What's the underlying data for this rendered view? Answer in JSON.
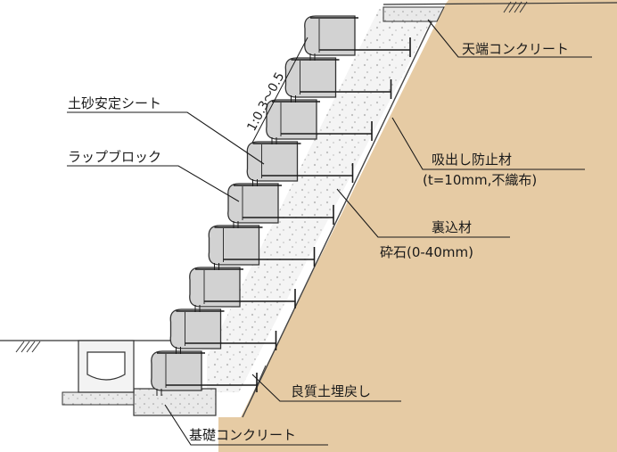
{
  "labels": {
    "top_concrete": "天端コンクリート",
    "sandbag_sheet": "土砂安定シート",
    "slope_ratio": "1:0.3〜0.5",
    "suction_prevention": "吸出し防止材",
    "suction_prevention_spec": "(t=10mm,不織布)",
    "wrap_block": "ラップブロック",
    "backfill_material": "裏込材",
    "crushed_stone": "砕石(0-40mm)",
    "good_soil_backfill": "良質土埋戻し",
    "foundation_concrete": "基礎コンクリート"
  },
  "colors": {
    "earth": "#e6cba4",
    "earth_dark": "#d9b98d",
    "block_fill": "#d2d2d2",
    "block_stroke": "#333333",
    "gravel": "#f2f2f2",
    "concrete": "#e4e4e4",
    "line": "#1a1a1a"
  },
  "block_count": 9
}
